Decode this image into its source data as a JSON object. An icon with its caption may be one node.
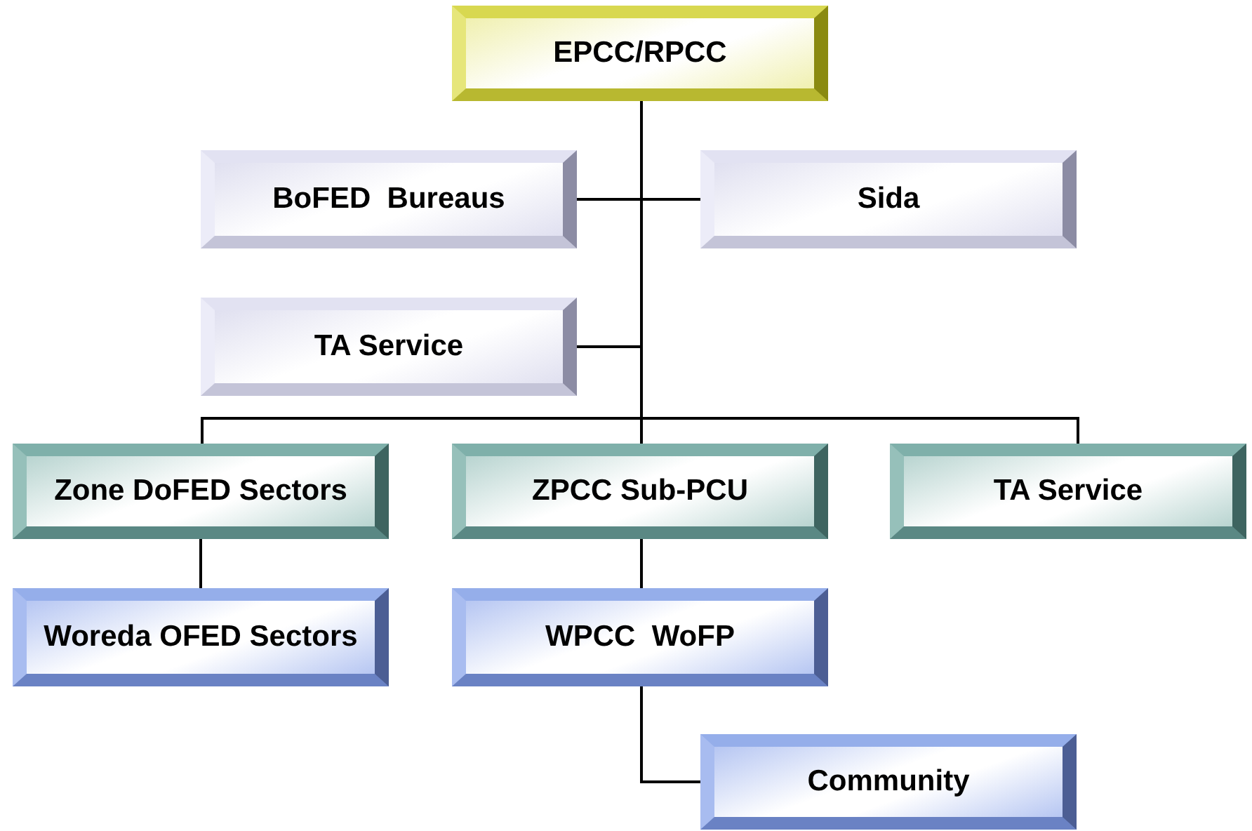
{
  "diagram": {
    "nodes": [
      {
        "text": [
          "EPCC/RPCC"
        ]
      },
      {
        "text": [
          "BoFED  Bureaus"
        ]
      },
      {
        "text": [
          "Sida"
        ]
      },
      {
        "text": [
          "TA Service"
        ]
      },
      {
        "text": [
          "Zone DoFED Sectors"
        ]
      },
      {
        "text": [
          "ZPCC Sub-PCU"
        ]
      },
      {
        "text": [
          "TA Service"
        ]
      },
      {
        "text": [
          "Woreda OFED Sectors"
        ]
      },
      {
        "text": [
          "WPCC  WoFP"
        ]
      },
      {
        "text": [
          "Community"
        ]
      }
    ],
    "edges": [
      {
        "from": 0,
        "to": 1,
        "arrow": "none"
      },
      {
        "from": 0,
        "to": 2,
        "arrow": "none"
      },
      {
        "from": 0,
        "to": 3,
        "arrow": "none"
      },
      {
        "from": 0,
        "to": 4,
        "arrow": "none"
      },
      {
        "from": 0,
        "to": 5,
        "arrow": "none"
      },
      {
        "from": 0,
        "to": 6,
        "arrow": "none"
      },
      {
        "from": 4,
        "to": 7,
        "arrow": "none"
      },
      {
        "from": 5,
        "to": 8,
        "arrow": "none"
      },
      {
        "from": 8,
        "to": 9,
        "arrow": "none"
      }
    ]
  }
}
